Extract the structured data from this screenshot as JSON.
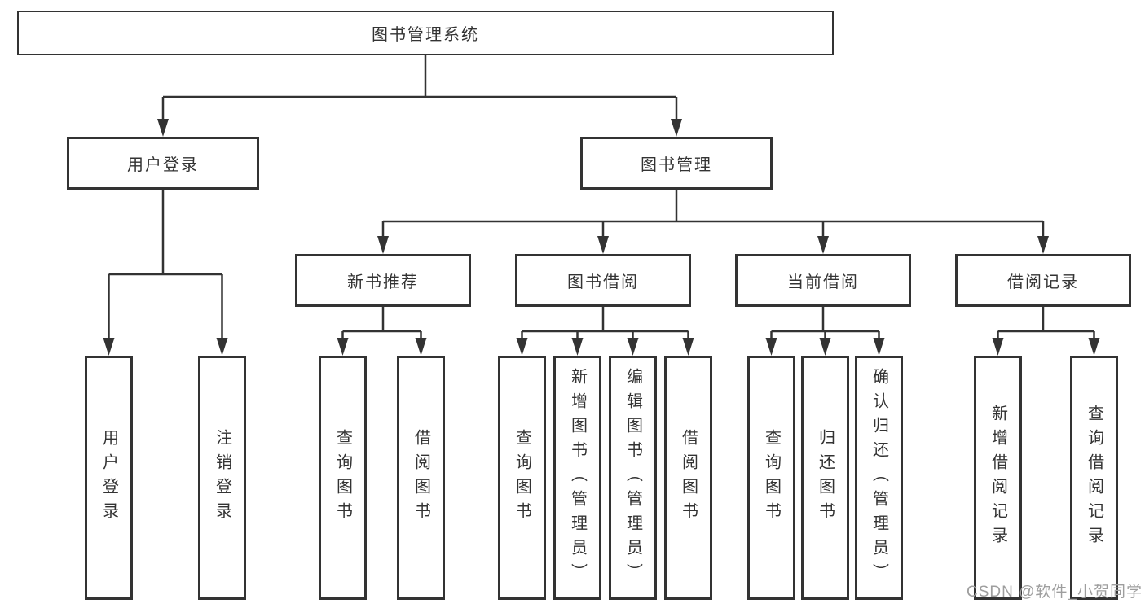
{
  "diagram_title": "图书管理系统",
  "tree": {
    "root": {
      "label": "图书管理系统"
    },
    "children": [
      {
        "label": "用户登录",
        "children": [
          {
            "label": "用户登录"
          },
          {
            "label": "注销登录"
          }
        ]
      },
      {
        "label": "图书管理",
        "children": [
          {
            "label": "新书推荐",
            "children": [
              {
                "label": "查询图书"
              },
              {
                "label": "借阅图书"
              }
            ]
          },
          {
            "label": "图书借阅",
            "children": [
              {
                "label": "查询图书"
              },
              {
                "label": "新增图书（管理员）"
              },
              {
                "label": "编辑图书（管理员）"
              },
              {
                "label": "借阅图书"
              }
            ]
          },
          {
            "label": "当前借阅",
            "children": [
              {
                "label": "查询图书"
              },
              {
                "label": "归还图书"
              },
              {
                "label": "确认归还（管理员）"
              }
            ]
          },
          {
            "label": "借阅记录",
            "children": [
              {
                "label": "新增借阅记录"
              },
              {
                "label": "查询借阅记录"
              }
            ]
          }
        ]
      }
    ]
  },
  "watermark": {
    "text": "CSDN @软件_小贺同学"
  },
  "colors": {
    "background": "#ffffff",
    "box_border": "#333333",
    "connector_line": "#333333",
    "text": "#333333",
    "watermark_text": "#9e9e9e"
  }
}
